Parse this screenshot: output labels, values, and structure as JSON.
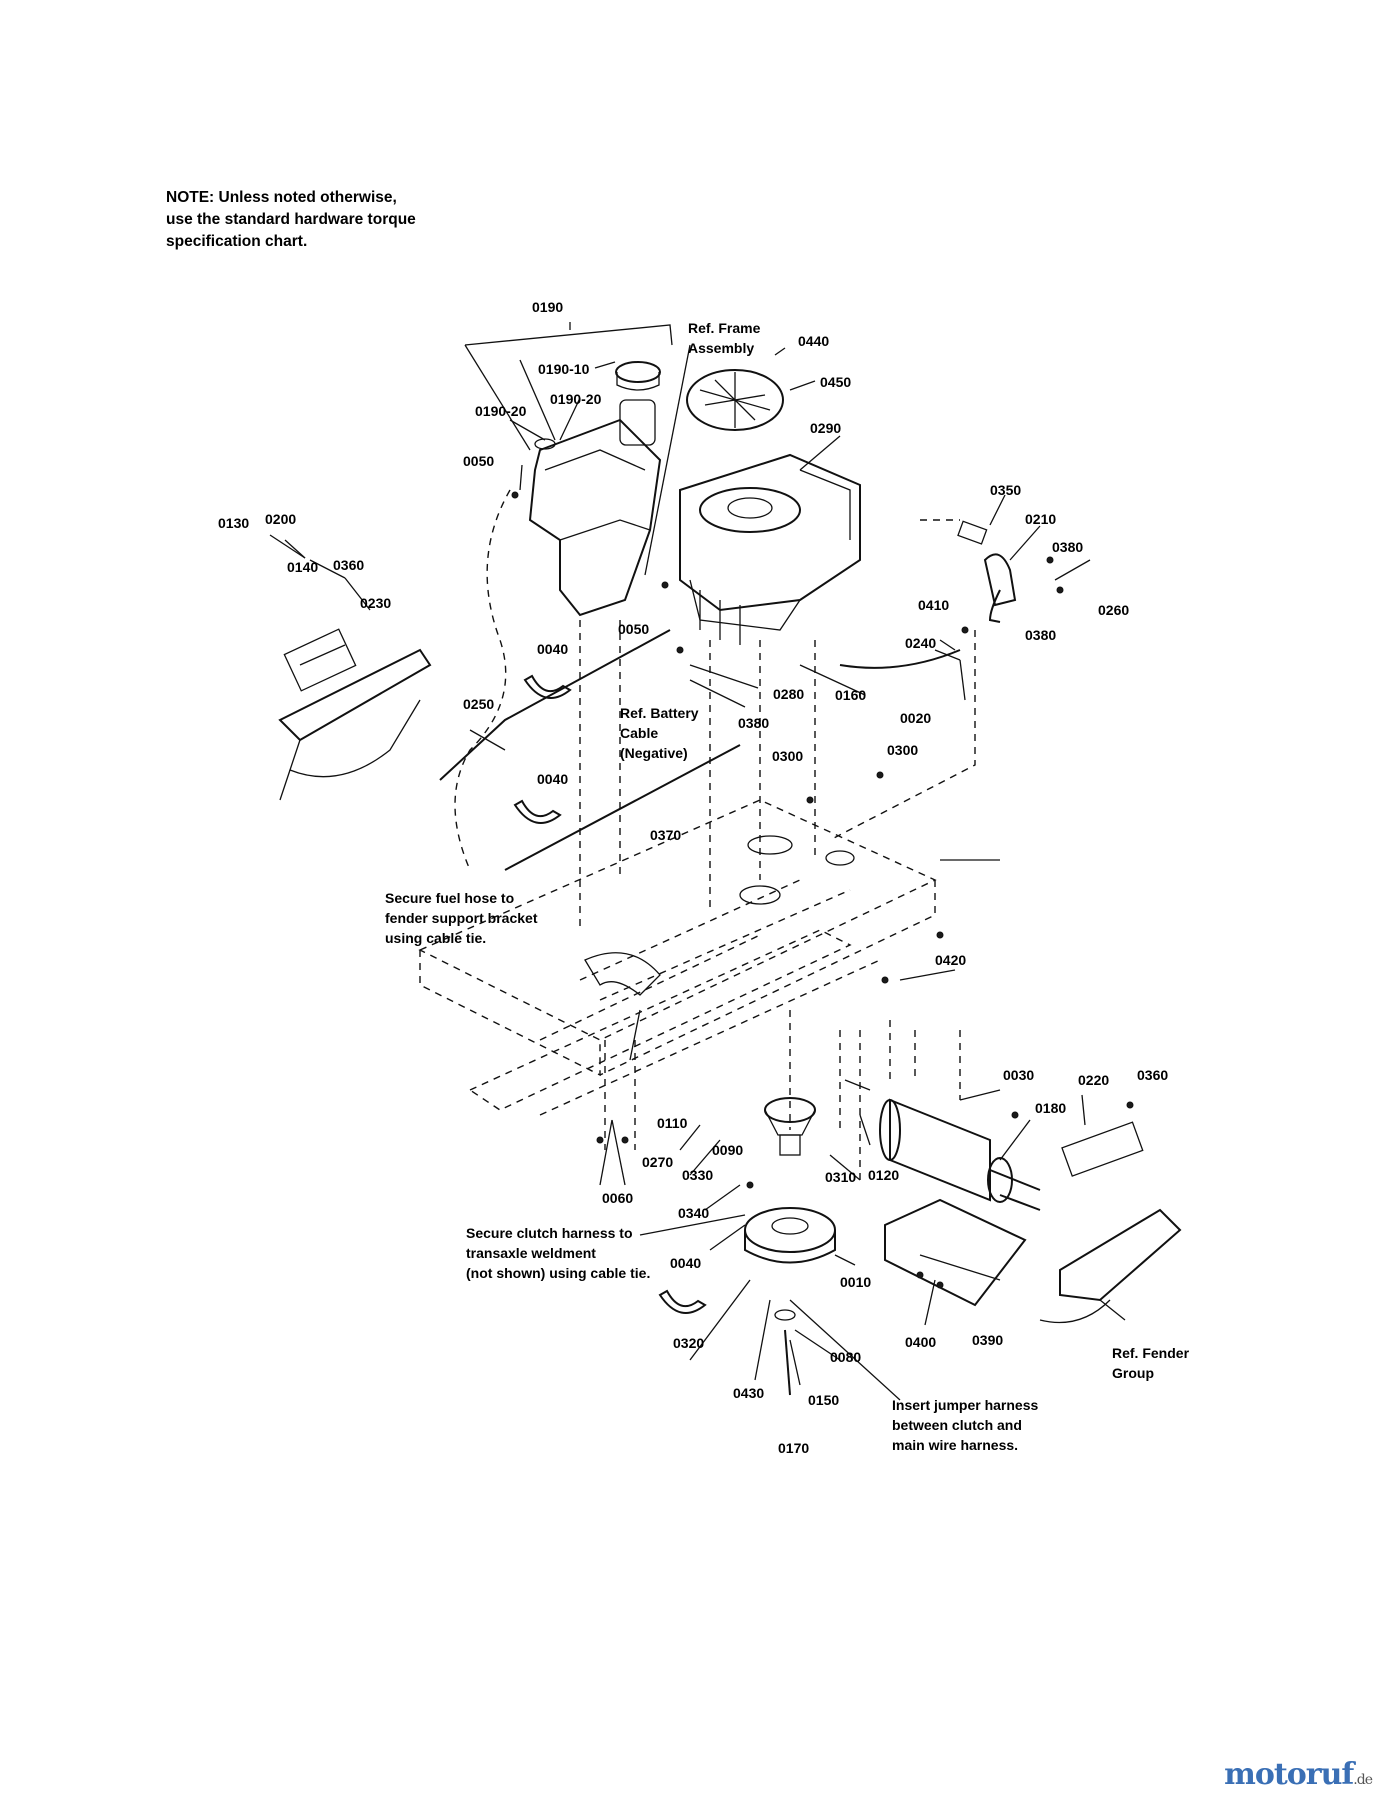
{
  "note": {
    "line1": "NOTE: Unless noted otherwise,",
    "line2": "use the standard hardware torque",
    "line3": "specification chart."
  },
  "labels": {
    "p0190": "0190",
    "p0190_10": "0190-10",
    "p0190_20a": "0190-20",
    "p0190_20b": "0190-20",
    "p0050a": "0050",
    "p0050b": "0050",
    "p0130": "0130",
    "p0200": "0200",
    "p0140": "0140",
    "p0360a": "0360",
    "p0230": "0230",
    "p0040a": "0040",
    "p0040b": "0040",
    "p0040c": "0040",
    "p0250": "0250",
    "p0440": "0440",
    "p0450": "0450",
    "p0290": "0290",
    "p0350": "0350",
    "p0210": "0210",
    "p0380a": "0380",
    "p0380b": "0380",
    "p0380c": "0380",
    "p0260": "0260",
    "p0410": "0410",
    "p0240": "0240",
    "p0160": "0160",
    "p0020": "0020",
    "p0280": "0280",
    "p0300a": "0300",
    "p0300b": "0300",
    "p0370": "0370",
    "p0420": "0420",
    "p0030": "0030",
    "p0220": "0220",
    "p0360b": "0360",
    "p0180": "0180",
    "p0110": "0110",
    "p0270": "0270",
    "p0090": "0090",
    "p0310": "0310",
    "p0120": "0120",
    "p0060": "0060",
    "p0330": "0330",
    "p0340": "0340",
    "p0010": "0010",
    "p0320": "0320",
    "p0430": "0430",
    "p0080": "0080",
    "p0150": "0150",
    "p0170": "0170",
    "p0400": "0400",
    "p0390": "0390"
  },
  "captions": {
    "frame": [
      "Ref. Frame",
      "Assembly"
    ],
    "battery": [
      "Ref. Battery",
      "Cable",
      "(Negative)"
    ],
    "fuel_hose": [
      "Secure fuel hose to",
      "fender support bracket",
      "using cable tie."
    ],
    "clutch": [
      "Secure clutch harness to",
      "transaxle weldment",
      "(not shown) using cable tie."
    ],
    "jumper": [
      "Insert jumper harness",
      "between clutch and",
      "main wire harness."
    ],
    "fender": [
      "Ref. Fender",
      "Group"
    ]
  },
  "watermark": {
    "main": "motoruf",
    "suffix": ".de"
  }
}
